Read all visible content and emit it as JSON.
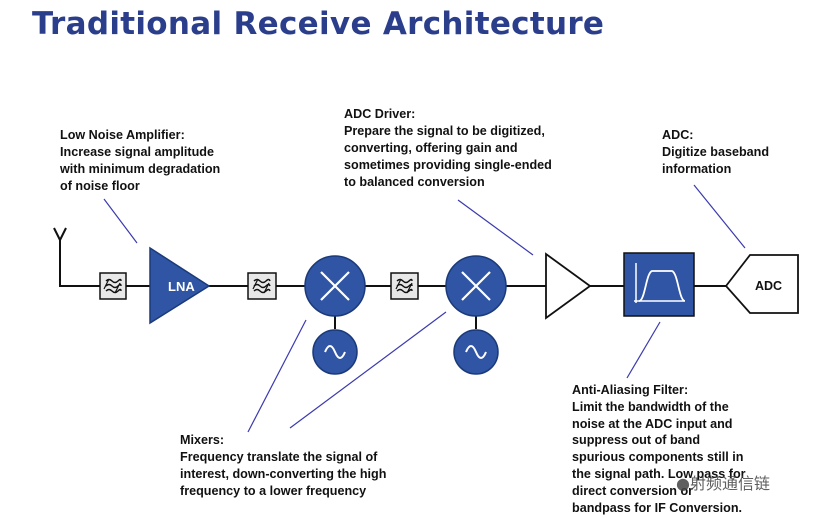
{
  "title": "Traditional Receive Architecture",
  "notes": {
    "lna": {
      "heading": "Low Noise Amplifier:",
      "lines": [
        "Increase signal amplitude",
        "with minimum degradation",
        "of noise floor"
      ]
    },
    "adc_driver": {
      "heading": "ADC Driver:",
      "lines": [
        "Prepare the signal to be digitized,",
        "converting, offering gain and",
        "sometimes providing single-ended",
        "to balanced conversion"
      ]
    },
    "adc": {
      "heading": "ADC:",
      "lines": [
        "Digitize baseband",
        "information"
      ]
    },
    "mixers": {
      "heading": "Mixers:",
      "lines": [
        "Frequency translate the signal of",
        "interest, down-converting the high",
        "frequency to a lower frequency"
      ]
    },
    "aaf": {
      "heading": "Anti-Aliasing Filter:",
      "lines": [
        "Limit the bandwidth of the",
        "noise at the ADC input and",
        "suppress out of band",
        "spurious components still in",
        "the signal path. Low pass for",
        "direct conversion or",
        "bandpass for IF Conversion."
      ]
    }
  },
  "blocks": {
    "lna_label": "LNA",
    "adc_label": "ADC"
  },
  "watermark": "射频通信链",
  "colors": {
    "title": "#2b3e8c",
    "block_fill": "#2f55a4",
    "block_stroke": "#1b3a7a",
    "filter_fill": "#e8e8e8",
    "leader_line": "#3a3ab0"
  }
}
